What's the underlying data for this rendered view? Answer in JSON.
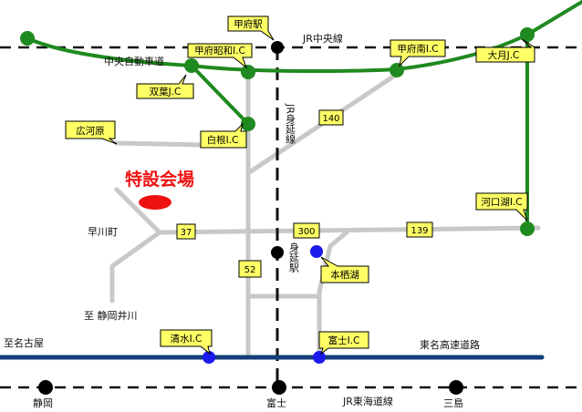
{
  "colors": {
    "expressway": "#1f8a1f",
    "tomei": "#123f7a",
    "road": "#c8c8c8",
    "callout": "#ffff66",
    "venue_text": "#ee1111",
    "venue_marker": "#ee1111",
    "ic_marker": "#1a1aee",
    "station": "#000000"
  },
  "venue": {
    "label": "特設会場"
  },
  "lines": {
    "chuo_expressway": "中央自動車道",
    "jr_chuo": "JR中央線",
    "jr_minobu": "JR身延線",
    "tomei": "東名高速道路",
    "jr_tokaido": "JR東海道線"
  },
  "places": {
    "hayakawa": "早川町",
    "to_nagoya": "至名古屋",
    "to_shizuoka_ikawa": "至 静岡井川"
  },
  "stations": {
    "kofu": "甲府駅",
    "minobu": "身延駅",
    "shizuoka": "静岡",
    "fuji": "富士",
    "mishima": "三島"
  },
  "callouts": {
    "kofu_station": "甲府駅",
    "kofu_showa_ic": "甲府昭和I.C",
    "kofu_minami_ic": "甲府南I.C",
    "otsuki_jc": "大月J.C",
    "futaba_jc": "双葉J.C",
    "shirane_ic": "白根I.C",
    "hirogawara": "広河原",
    "kawaguchiko_ic": "河口湖I.C",
    "motosuko": "本栖湖",
    "shimizu_ic": "清水I.C",
    "fuji_ic": "富士I.C"
  },
  "roads": {
    "r140": "140",
    "r37": "37",
    "r300": "300",
    "r139": "139",
    "r52": "52"
  }
}
